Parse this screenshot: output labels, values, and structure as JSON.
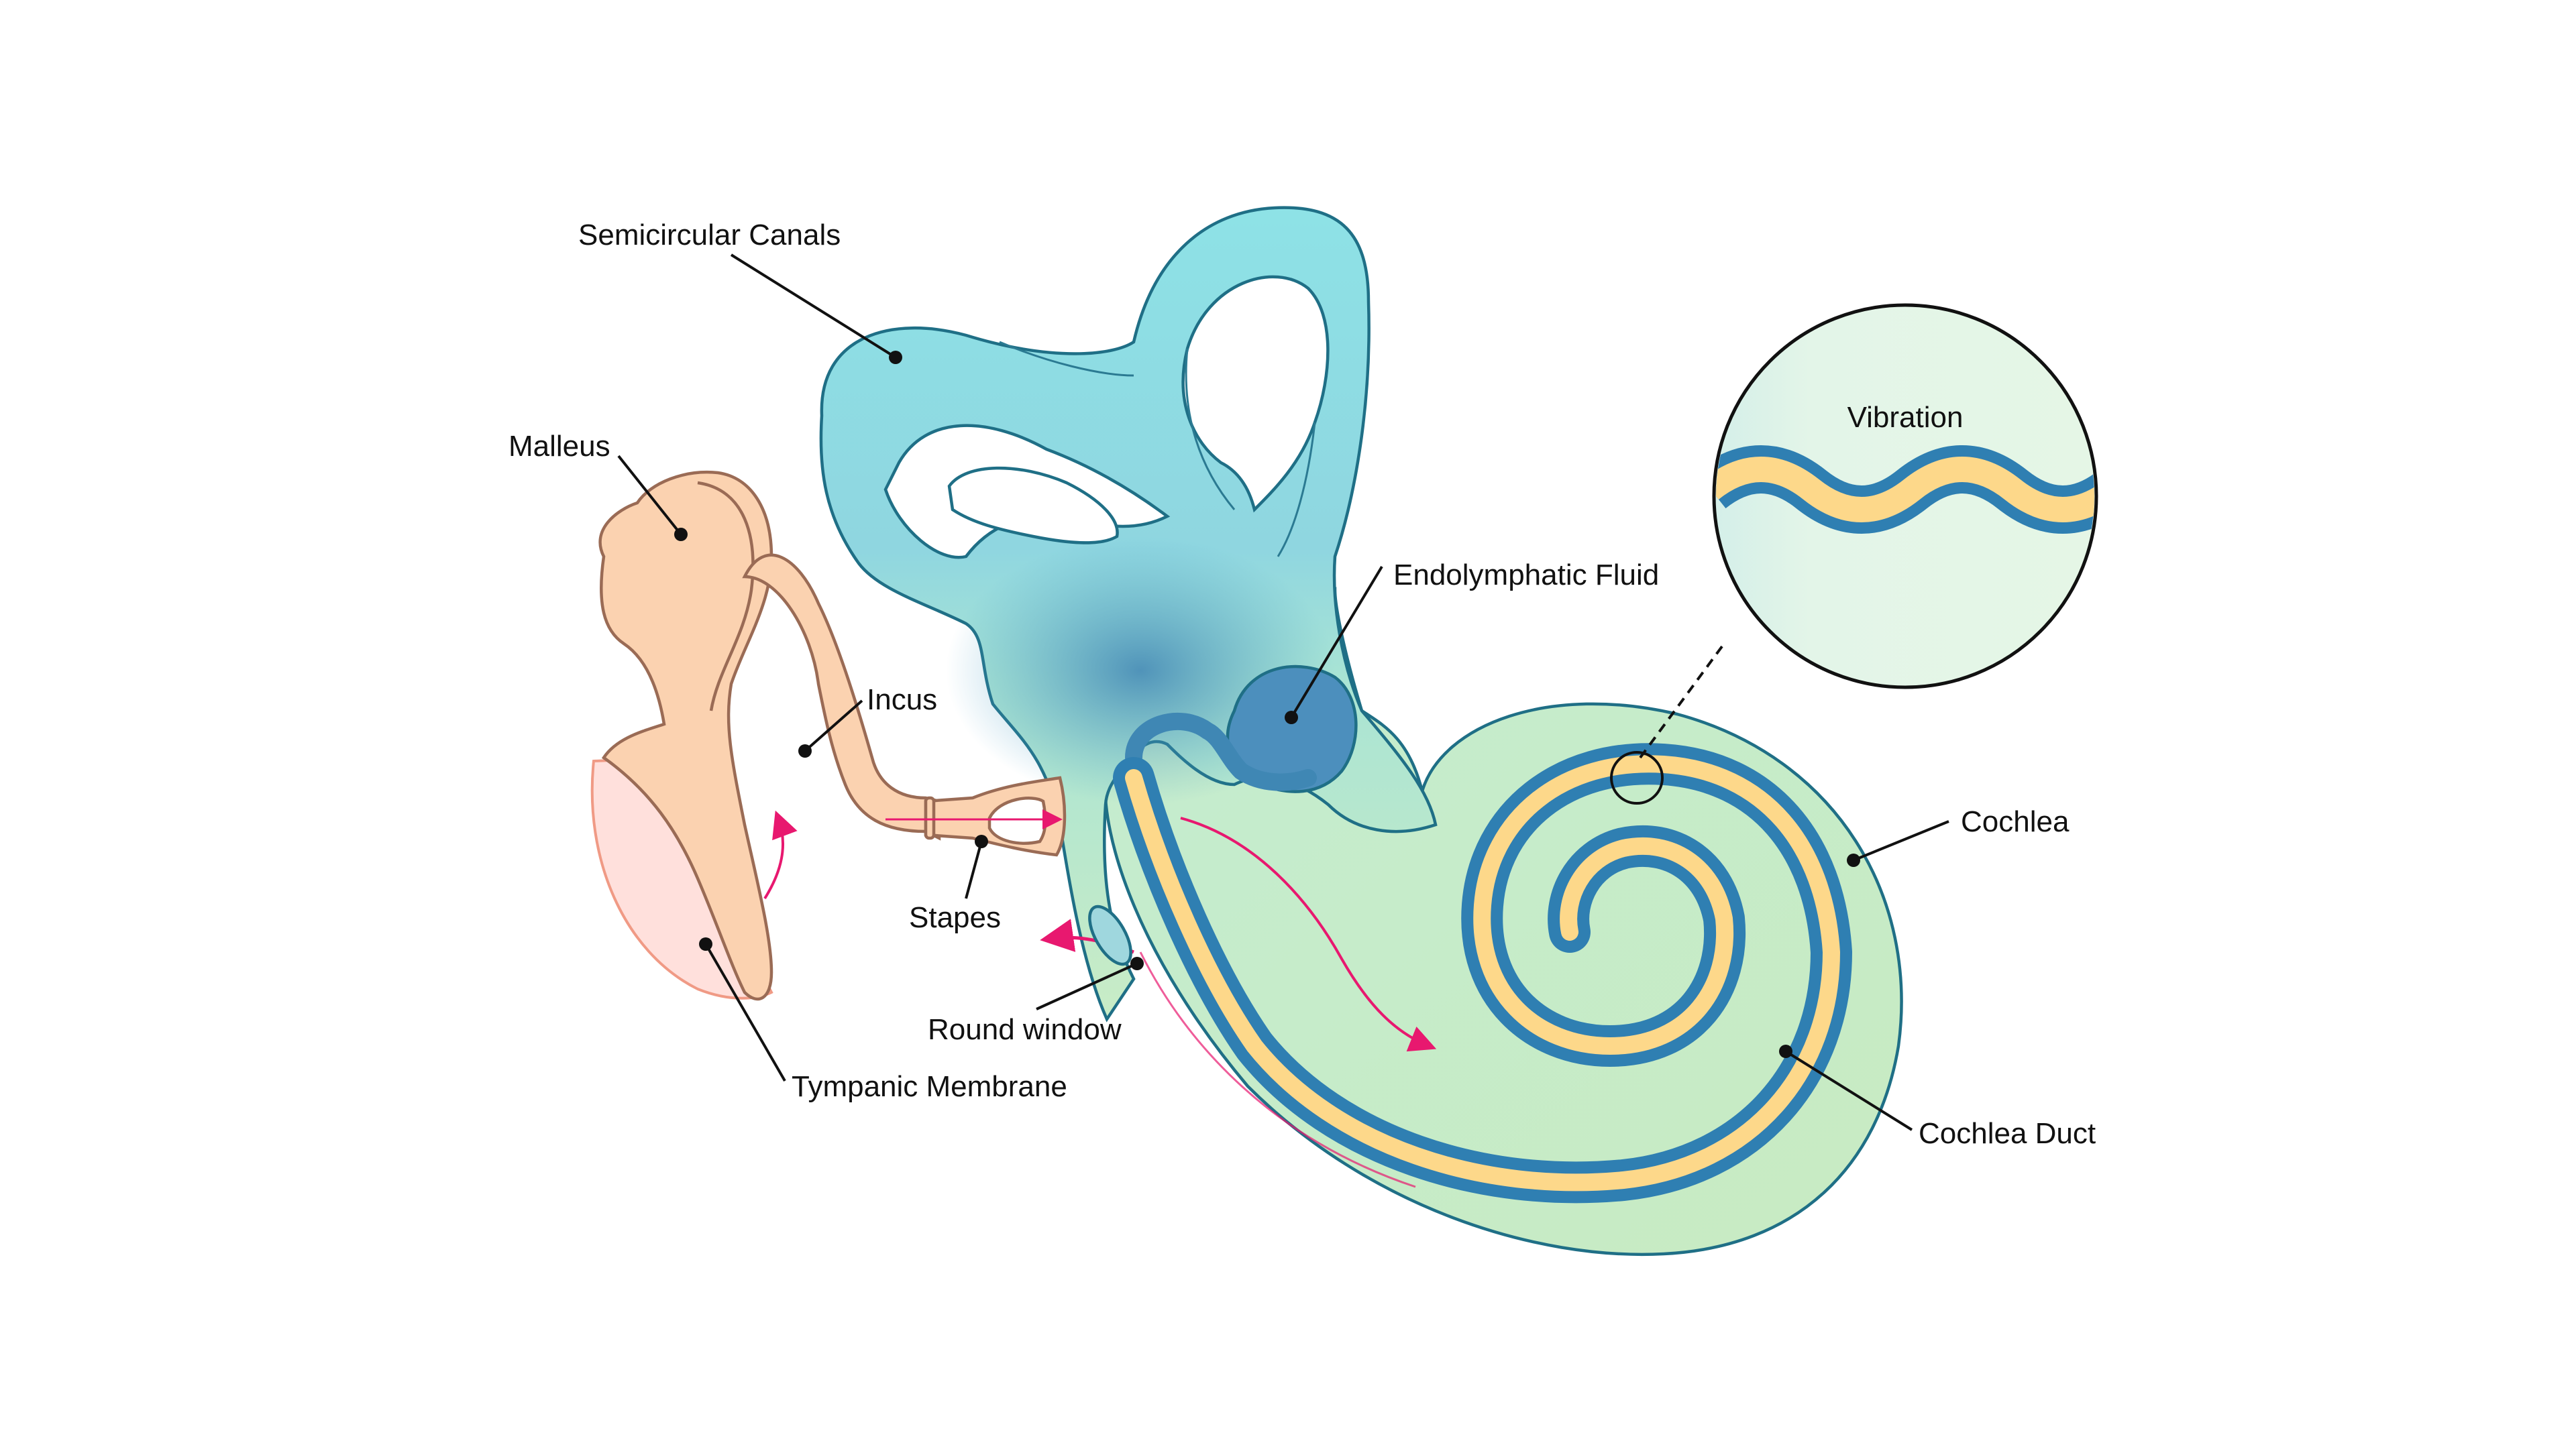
{
  "labels": {
    "semicircular_canals": "Semicircular Canals",
    "malleus": "Malleus",
    "incus": "Incus",
    "stapes": "Stapes",
    "round_window": "Round window",
    "tympanic_membrane": "Tympanic Membrane",
    "endolymphatic_fluid": "Endolymphatic Fluid",
    "cochlea": "Cochlea",
    "cochlea_duct": "Cochlea Duct",
    "vibration": "Vibration"
  },
  "colors": {
    "teal_light": "#8ee2e6",
    "teal_dark": "#3f87b4",
    "mint": "#c8ecc8",
    "duct_blue": "#3f87b4",
    "duct_yellow": "#fdd88a",
    "bone": "#fbd2b0",
    "membrane": "#ffe0dc",
    "arrow_pink": "#e8186f"
  }
}
